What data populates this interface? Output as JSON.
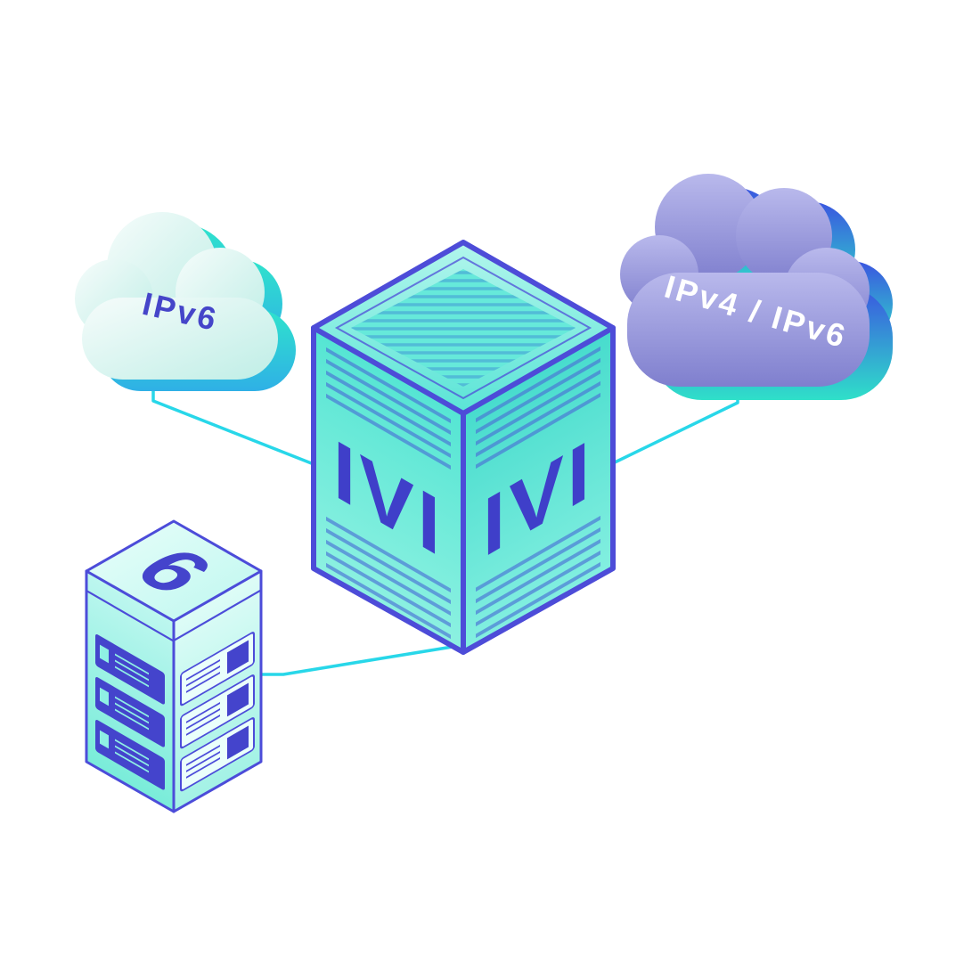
{
  "diagram": {
    "nodes": {
      "left_cloud": {
        "label": "IPv6"
      },
      "right_cloud": {
        "label": "IPv4 / IPv6"
      },
      "gateway": {
        "left_face_label": "IVI",
        "right_face_label": "IVI"
      },
      "server": {
        "top_label": "6"
      }
    },
    "colors": {
      "background": "#ffffff",
      "teal": "#35e3cb",
      "mint": "#bdf7ef",
      "cyan_connector": "#28d7e9",
      "indigo": "#4343ce",
      "lavender": "#8f8fd6",
      "blue_accent": "#3a55e0"
    }
  }
}
